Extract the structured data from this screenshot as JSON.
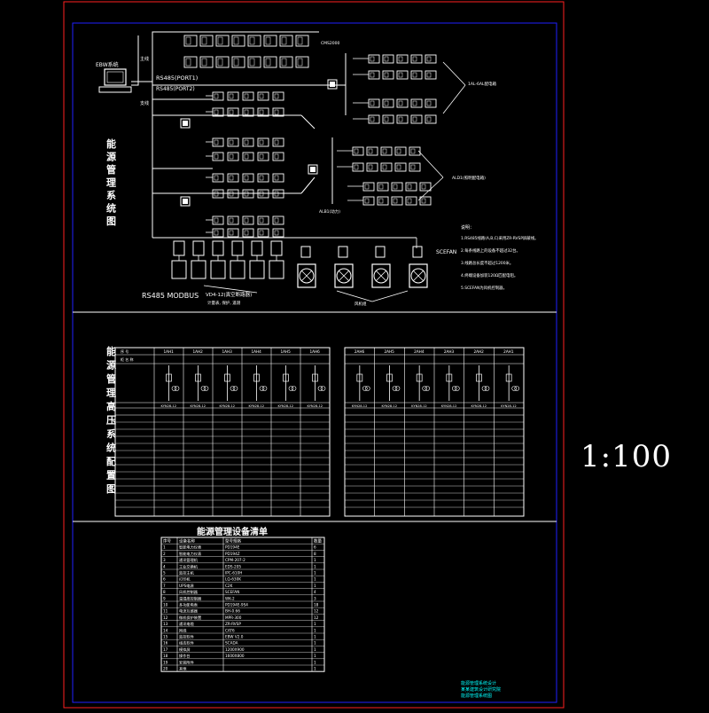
{
  "scale_label": "1:100",
  "colors": {
    "frame": "#ff2020",
    "border": "#2020ff",
    "line": "#ffffff",
    "device": "#ff40ff",
    "note": "#ffff40",
    "stamp": "#00ffff"
  },
  "system": {
    "title_chars": [
      "能",
      "源",
      "管",
      "理",
      "系",
      "统",
      "图"
    ],
    "pc_label": "EBW系统",
    "bus_a": "RS485(PORT1)",
    "bus_b": "RS485(PORT2)",
    "bus_side_a": "主线",
    "bus_side_b": "支线",
    "bottom_bus": "RS485 MODBUS",
    "bottom_vd": "VD4-12(真空断路器)",
    "bottom_sub": "计量表, 保护, 遥测",
    "fan_label": "SCEFAN",
    "fan_caption": "风机组",
    "right_label_1": "1AL-6AL配电箱",
    "right_label_2": "ALD1(照明配电箱)",
    "right_label_3": "ALB1(动力)",
    "top_label": "CMS2000",
    "notes_title": "说明：",
    "notes": [
      "1.RS485线路(A,B,C)采用ZR-RVSP屏蔽线。",
      "2.每条线路上的设备不超过32台。",
      "3.线路总长度不超过1200米。",
      "4.终端设备加装120Ω匹配电阻。",
      "5.SCEFAN为风机控制器。"
    ]
  },
  "hv": {
    "title_chars": [
      "能",
      "源",
      "管",
      "理",
      "高",
      "压",
      "系",
      "统",
      "配",
      "置",
      "图"
    ],
    "left_cabinets": [
      "1AH1",
      "1AH2",
      "1AH3",
      "1AH4",
      "1AH5",
      "1AH6"
    ],
    "right_cabinets": [
      "2AH6",
      "2AH5",
      "2AH4",
      "2AH3",
      "2AH2",
      "2AH1"
    ],
    "left_models": [
      "KYN28-12",
      "KYN28-12",
      "KYN28-12",
      "KYN28-12",
      "KYN28-12",
      "KYN28-12"
    ],
    "right_models": [
      "KYN28-12",
      "KYN28-12",
      "KYN28-12",
      "KYN28-12",
      "KYN28-12",
      "KYN28-12"
    ],
    "row_header_1": "序 号",
    "row_header_2": "柜 名 称"
  },
  "equipment": {
    "title": "能源管理设备清单",
    "headers": [
      "序号",
      "设备名称",
      "型号规格",
      "数量"
    ],
    "rows": [
      [
        "1",
        "智能电力仪表",
        "PD194E",
        "6"
      ],
      [
        "2",
        "智能电力仪表",
        "PD194Z",
        "8"
      ],
      [
        "3",
        "通讯管理机",
        "CPM-207-2",
        "1"
      ],
      [
        "4",
        "工业交换机",
        "EDS-205",
        "1"
      ],
      [
        "5",
        "监控主机",
        "IPC-610H",
        "1"
      ],
      [
        "6",
        "打印机",
        "LQ-630K",
        "1"
      ],
      [
        "7",
        "UPS电源",
        "C2K",
        "1"
      ],
      [
        "8",
        "风机控制器",
        "SCEFAN",
        "4"
      ],
      [
        "9",
        "温湿度控制器",
        "WK-2",
        "3"
      ],
      [
        "10",
        "多功能电表",
        "PD194E-9S4",
        "18"
      ],
      [
        "11",
        "电流互感器",
        "BH-0.66",
        "12"
      ],
      [
        "12",
        "微机保护装置",
        "MPR-300",
        "12"
      ],
      [
        "13",
        "通讯电缆",
        "ZR-RVSP",
        "1"
      ],
      [
        "14",
        "网线",
        "CAT6",
        "1"
      ],
      [
        "15",
        "监控软件",
        "EBW V2.0",
        "1"
      ],
      [
        "16",
        "组态软件",
        "SCADA",
        "1"
      ],
      [
        "17",
        "模拟屏",
        "1200X900",
        "1"
      ],
      [
        "18",
        "操作台",
        "1600X800",
        "1"
      ],
      [
        "19",
        "安装附件",
        "",
        "1"
      ],
      [
        "20",
        "其他",
        "",
        "1"
      ]
    ]
  },
  "stamp": [
    "能源管理系统设计",
    "某某建筑设计研究院",
    "能源管理系统图"
  ]
}
